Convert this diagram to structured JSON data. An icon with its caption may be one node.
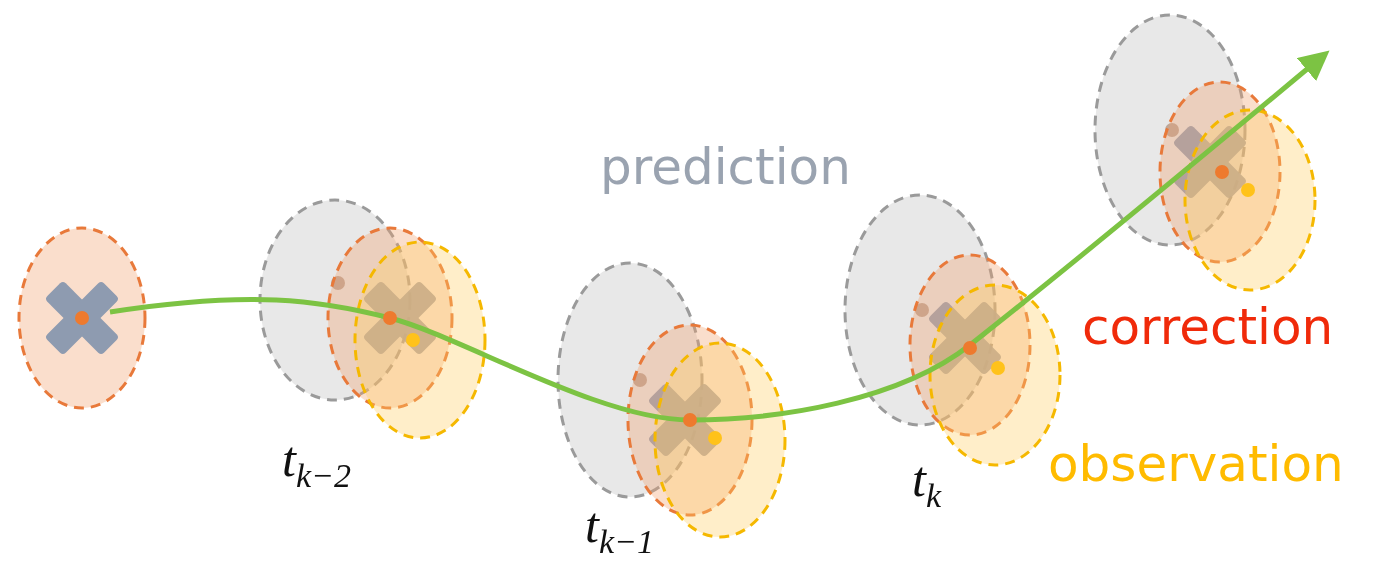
{
  "diagram": {
    "labels": [
      "prediction",
      "correction",
      "t$_{k−2}$",
      "observation",
      "t$_{k}$",
      "t$_{k−1}$"
    ]
  }
}
